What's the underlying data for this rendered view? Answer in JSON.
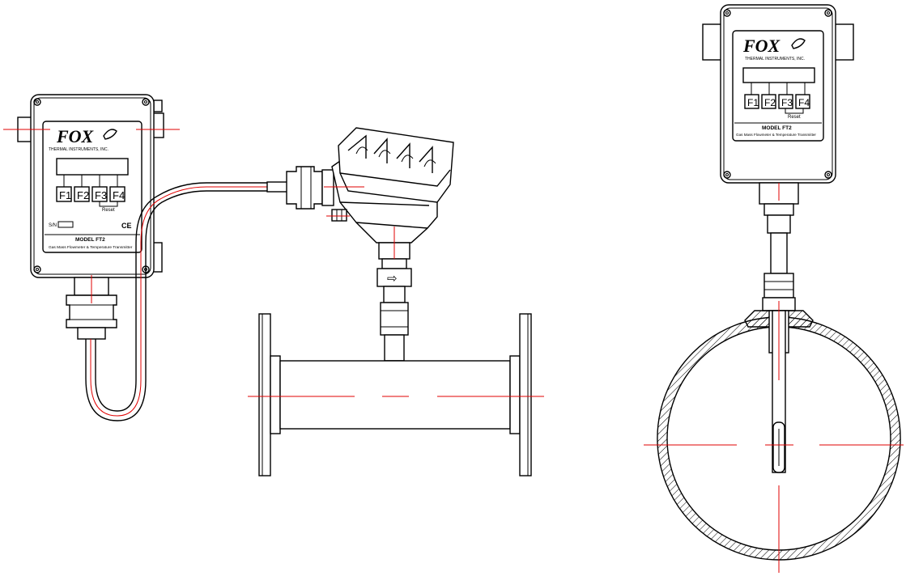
{
  "inline_transmitter": {
    "brand": "FOX",
    "company": "THERMAL INSTRUMENTS, INC.",
    "keys": [
      "F1",
      "F2",
      "F3",
      "F4"
    ],
    "reset_label": "Reset",
    "serial_label": "S/N",
    "ce_mark": "CE",
    "model": "MODEL FT2",
    "description": "Gas Mass Flowmeter & Temperature Transmitter"
  },
  "insertion_transmitter": {
    "brand": "FOX",
    "company": "THERMAL INSTRUMENTS, INC.",
    "keys": [
      "F1",
      "F2",
      "F3",
      "F4"
    ],
    "reset_label": "Reset",
    "model": "MODEL FT2",
    "description": "Gas Mass Flowmeter & Temperature Transmitter"
  },
  "flow_arrow": "⇨",
  "colors": {
    "line": "#000000",
    "centerline": "#e00000",
    "cable_core": "#e00000"
  }
}
